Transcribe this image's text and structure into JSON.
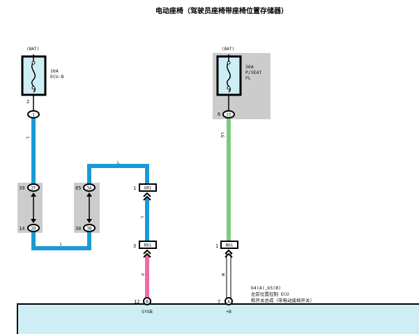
{
  "title": "电动座椅（驾驶员座椅带座椅位置存储器）",
  "left_fuse": {
    "source": "(BAT)",
    "rating": "10A",
    "name": "ECU-B",
    "pin": "2",
    "connector": "1"
  },
  "right_fuse": {
    "source": "(BAT)",
    "rating": "30A",
    "name_line1": "P/SEAT",
    "name_line2": "FL",
    "pin": "6",
    "connector": "2I"
  },
  "wires": {
    "l1": "L",
    "l2": "L",
    "l3": "L",
    "l4": "L",
    "p": "P",
    "lg": "LG",
    "w": "W"
  },
  "junctions": {
    "a_top_pin": "39",
    "a_top_conn": "2F",
    "a_bot_pin": "14",
    "a_bot_conn": "2D",
    "b_top_pin": "85",
    "b_top_conn": "3A",
    "b_bot_pin": "30",
    "b_bot_conn": "3B"
  },
  "connectors": {
    "gr1_pin": "1",
    "gr1": "GR1",
    "rb1_pin": "3",
    "rb1": "Rb1",
    "nb1_pin": "1",
    "nb1": "Nb1"
  },
  "ecu": {
    "pin_sysb": "12",
    "conn_sysb": "B",
    "label_sysb": "SYSB",
    "pin_b": "7",
    "conn_b": "A",
    "label_b": "+B",
    "desc_line1": "b4(A),b5(B)",
    "desc_line2": "左前位置控制 ECU",
    "desc_line3": "和开关总成（带电动座椅开关）"
  },
  "colors": {
    "blue_wire": "#1a9ad6",
    "pink_wire": "#f06aa8",
    "green_wire": "#7fc97f",
    "ecu_fill": "#cdeef5",
    "fuse_fill": "#cdeef5",
    "shade": "#cccccc"
  }
}
